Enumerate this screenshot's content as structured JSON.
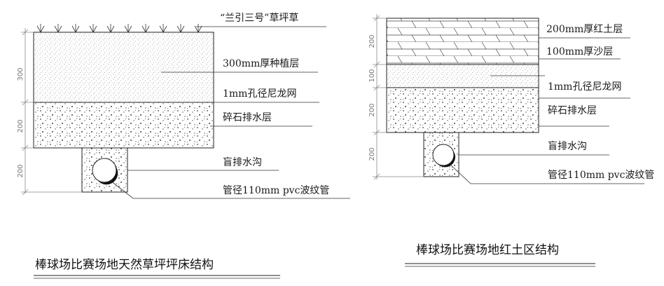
{
  "left_diagram": {
    "title": "棒球场比赛场地天然草坪坪床结构",
    "labels": {
      "grass": "“兰引三号”草坪草",
      "planting": "300mm厚种植层",
      "mesh": "1mm孔径尼龙网",
      "gravel": "碎石排水层",
      "ditch": "盲排水沟",
      "pipe": "管径110mm pvc波纹管"
    },
    "dims": {
      "d1": "300",
      "d2": "200",
      "d3": "200"
    }
  },
  "right_diagram": {
    "title": "棒球场比赛场地红土区结构",
    "labels": {
      "clay": "200mm厚红土层",
      "sand": "100mm厚沙层",
      "mesh": "1mm孔径尼龙网",
      "gravel": "碎石排水层",
      "ditch": "盲排水沟",
      "pipe": "管径110mm pvc波纹管"
    },
    "dims": {
      "d1": "200",
      "d2": "100",
      "d3": "200",
      "d4": "200"
    }
  }
}
